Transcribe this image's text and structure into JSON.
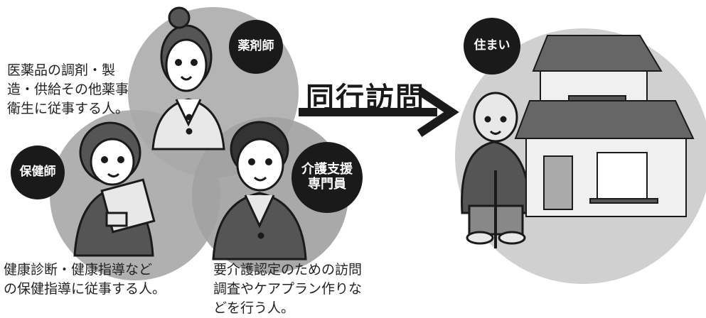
{
  "roles": {
    "pharmacist": {
      "label": "薬剤師",
      "description": "医薬品の調剤・製\n造・供給その他薬事\n衛生に従事する人。"
    },
    "public_health_nurse": {
      "label": "保健師",
      "description": "健康診断・健康指導など\nの保健指導に従事する人。"
    },
    "care_manager": {
      "label": "介護支援\n専門員",
      "description": "要介護認定のための訪問\n調査やケアプラン作りな\nどを行う人。"
    }
  },
  "arrow": {
    "label": "同行訪問"
  },
  "residence": {
    "label": "住まい"
  },
  "colors": {
    "circle_pharmacist": "#b4b4b4",
    "circle_nurse": "#a9a9a9",
    "circle_care": "#a2a2a2",
    "circle_home": "#d0d0d0",
    "badge": "#1a1a1a",
    "person_outline": "#1a1a1a"
  },
  "icons": [
    "pharmacist-figure",
    "nurse-figure",
    "care-manager-figure",
    "elderly-man-figure",
    "house-figure",
    "arrow-right-icon"
  ]
}
